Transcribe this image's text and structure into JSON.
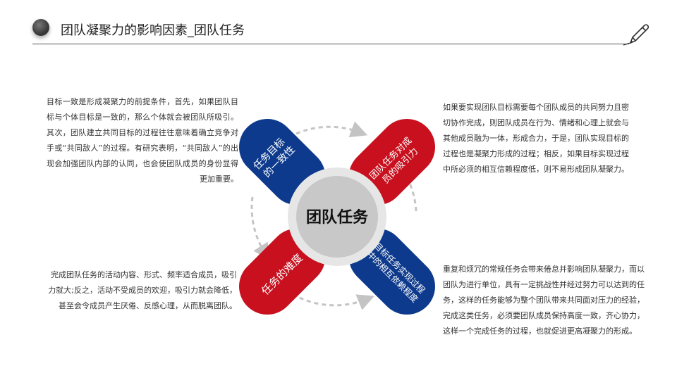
{
  "header": {
    "title": "团队凝聚力的影响因素_团队任务"
  },
  "diagram": {
    "center": "团队任务",
    "petals": {
      "top_left": "任务目标的一致性",
      "top_right": "团队任务对成员的吸引力",
      "bottom_left": "任务的难度",
      "bottom_right": "目标任务实现过程中的相互依赖程度"
    },
    "colors": {
      "blue": "#0d3a8c",
      "red": "#c8101e",
      "center_ring": "#e6e6e6",
      "center_fill": "#c8c8c8"
    }
  },
  "texts": {
    "left_top": "目标一致是形成凝聚力的前提条件，首先，如果团队目标与个体目标是一致的，那么个体就会被团队所吸引。其次，团队建立共同目标的过程往往意味着确立竞争对手或“共同敌人”的过程。有研究表明，“共同敌人”的出现会加强团队内部的认同，也会使团队成员的身份显得更加重要。",
    "left_bottom": "完成团队任务的活动内容、形式、频率适合成员，吸引力就大;反之，活动不受成员的欢迎，吸引力就会降低，甚至会令成员产生厌倦、反感心理，从而脱离团队。",
    "right_top": "如果要实现团队目标需要每个团队成员的共同努力且密切协作完成，则团队成员在行为、情绪和心理上就会与其他成员融为一体，形成合力，于是，团队实现目标的过程也是凝聚力形成的过程；相反，如果目标实现过程中所必须的相互信赖程度低，则不易形成团队凝聚力。",
    "right_bottom": "重复和烦冗的常规任务会带来倦怠并影响团队凝聚力，而以团队为进行单位，具有一定挑战性并经过努力可以达到的任务，这样的任务能够为整个团队带来共同面对压力的经验，完成这类任务，必须要团队成员保持高度一致，齐心协力，这样一个完成任务的过程，也就促进更高凝聚力的形成。"
  }
}
